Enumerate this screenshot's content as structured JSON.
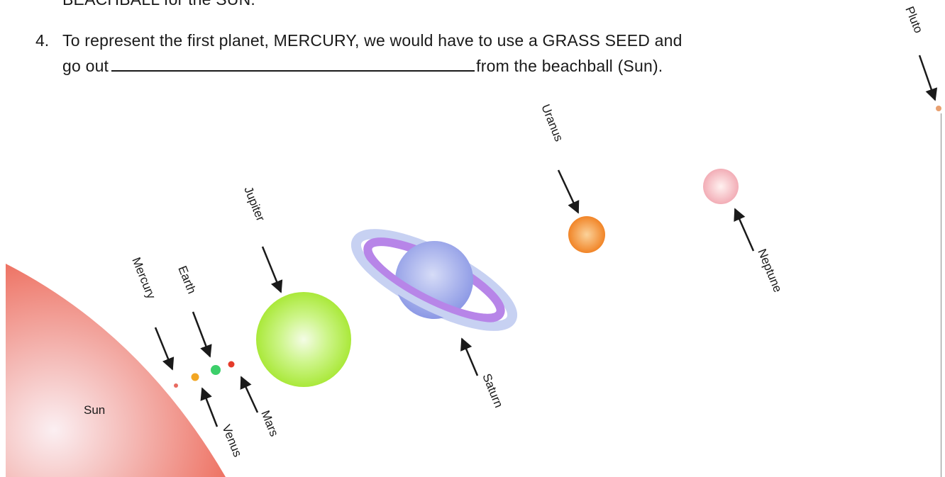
{
  "document": {
    "previous_line": "BEACHBALL for the SUN.",
    "question": {
      "number": "4.",
      "line1": "To represent the first planet, MERCURY, we would have to use a GRASS SEED and",
      "line2_before_blank": "go out",
      "line2_after_blank": "from the beachball (Sun)."
    }
  },
  "diagram": {
    "labels": {
      "sun": "Sun",
      "mercury": "Mercury",
      "venus": "Venus",
      "earth": "Earth",
      "mars": "Mars",
      "jupiter": "Jupiter",
      "saturn": "Saturn",
      "uranus": "Uranus",
      "neptune": "Neptune",
      "pluto": "Pluto"
    },
    "colors": {
      "sun": "#f07a6a",
      "mercury": "#e86a60",
      "venus": "#f2a623",
      "earth": "#3ccf6a",
      "mars": "#e53b2a",
      "jupiter": "#b6f03a",
      "saturn_body": "#9aa6ec",
      "saturn_ring": "#b98ae8",
      "uranus": "#f08a2a",
      "neptune": "#f3b0b8",
      "pluto": "#e8a070"
    }
  }
}
